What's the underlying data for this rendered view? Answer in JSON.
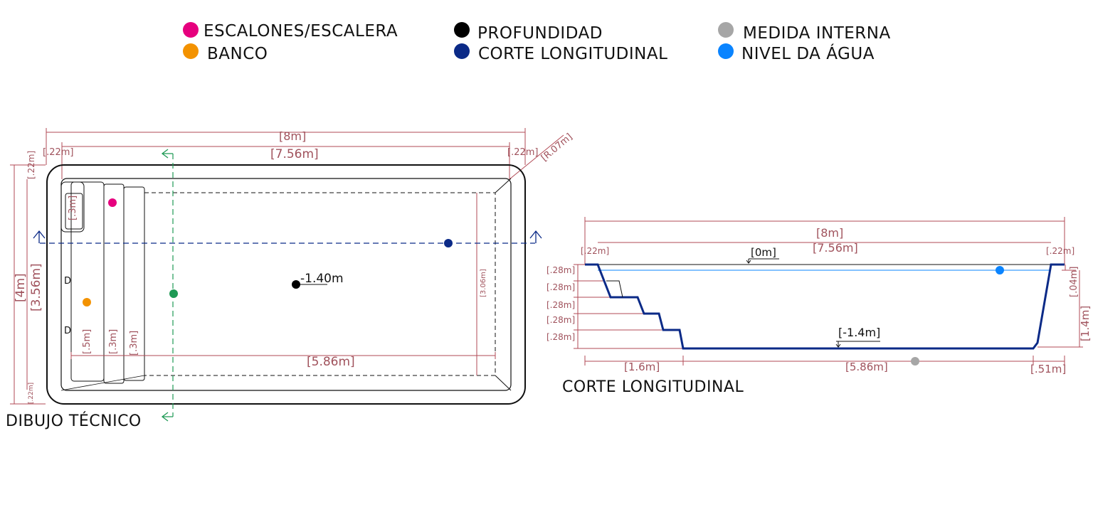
{
  "colors": {
    "escalones": "#e6007e",
    "banco": "#f39200",
    "profundidad": "#000000",
    "corte": "#0b2a87",
    "medida": "#a6a6a6",
    "nivel": "#0a84ff",
    "cut_line_plan": "#1f9a55",
    "dimension": "#b24a55"
  },
  "legend": {
    "escalones": "ESCALONES/ESCALERA",
    "banco": "BANCO",
    "profundidad": "PROFUNDIDAD",
    "corte": "CORTE LONGITUDINAL",
    "medida": "MEDIDA INTERNA",
    "nivel": "NIVEL DA ÁGUA"
  },
  "plan": {
    "title": "DIBUJO TÉCNICO",
    "overall_length": "[8m]",
    "internal_length": "[7.56m]",
    "edge_left": "[.22m]",
    "edge_right": "[.22m]",
    "radius": "[R.07m]",
    "edge_top": "[.22m]",
    "edge_bottom": "[.22m]",
    "overall_width": "[4m]",
    "internal_width": "[3.56m]",
    "floor_width": "[3.06m]",
    "floor_length": "[5.86m]",
    "step_a": "[.3m]",
    "step_b": "[.5m]",
    "step_c": "[.3m]",
    "step_d": "[.3m]",
    "depth": "-1.40m",
    "bench_mark": "D"
  },
  "section": {
    "title": "CORTE LONGITUDINAL",
    "overall_length": "[8m]",
    "internal_length": "[7.56m]",
    "edge_left": "[.22m]",
    "edge_right": "[.22m]",
    "water_level": "[0m]",
    "floor_level": "[-1.4m]",
    "rise": "[.28m]",
    "left_length": "[1.6m]",
    "floor_length": "[5.86m]",
    "right_length": "[.51m]",
    "freeboard": "[.04m]",
    "total_depth": "[1.4m]"
  }
}
